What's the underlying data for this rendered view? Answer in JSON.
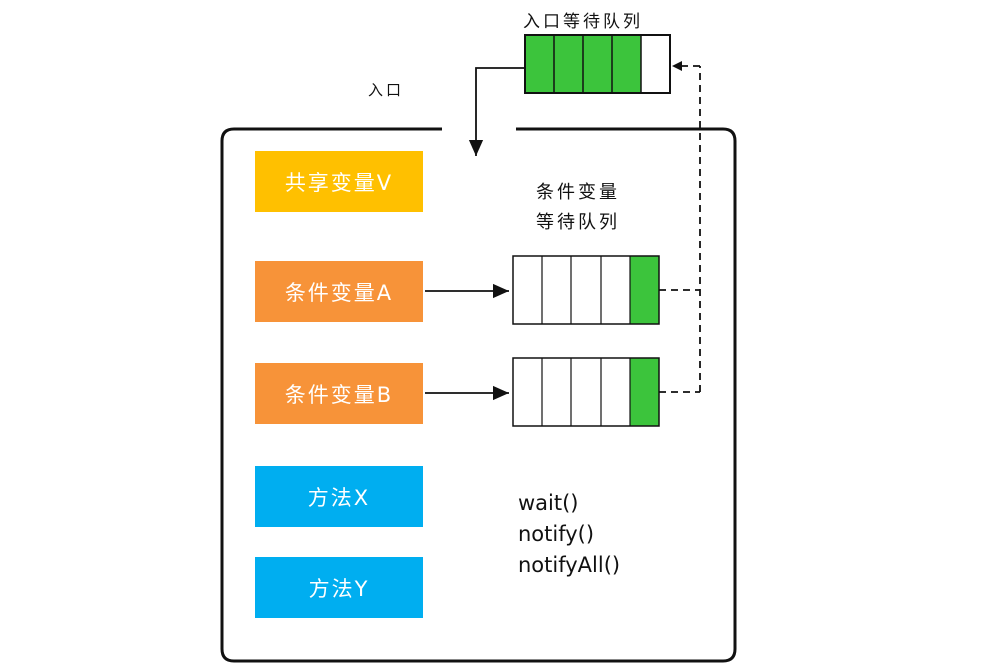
{
  "entry_queue": {
    "title": "入口等待队列"
  },
  "entry": {
    "label": "入口"
  },
  "condition_queue": {
    "title_line1": "条件变量",
    "title_line2": "等待队列"
  },
  "boxes": {
    "shared_variable": "共享变量V",
    "condition_a": "条件变量A",
    "condition_b": "条件变量B",
    "method_x": "方法X",
    "method_y": "方法Y"
  },
  "methods": [
    "wait()",
    "notify()",
    "notifyAll()"
  ],
  "colors": {
    "shared": "#ffc000",
    "condition": "#f79339",
    "method": "#00aef0",
    "queue_filled": "#3cc43c",
    "outline": "#111111"
  }
}
